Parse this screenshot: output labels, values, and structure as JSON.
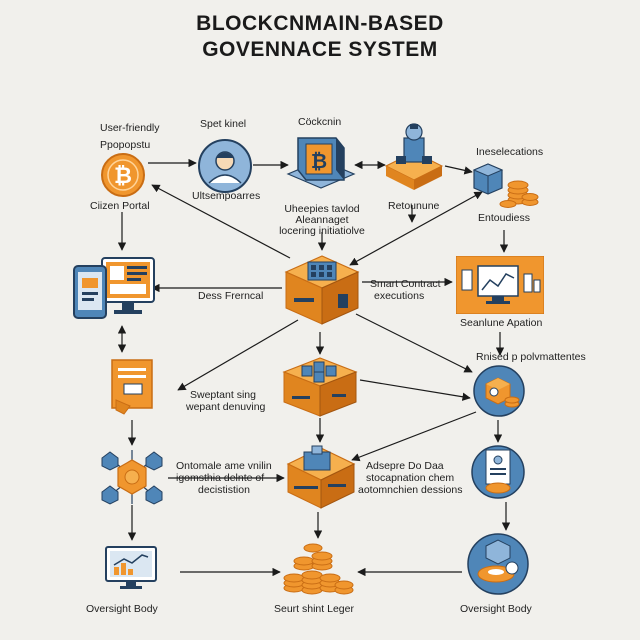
{
  "title": {
    "line1": "BLOCKCNMAIN-BASED",
    "line2": "GOVENNACE SYSTEM"
  },
  "labels": {
    "user_friendly": "User-friendly",
    "ppopopstu": "Ppopopstu",
    "citizen_portal": "Ciizen Portal",
    "spet_kinel": "Spet kinel",
    "ultsempoarres": "Ultsempoarres",
    "cockcnin": "Cöckcnin",
    "uheepies_line1": "Uheepies tavlod",
    "uheepies_line2": "Aleannaget",
    "uheepies_line3": "locering  initiatiolve",
    "retounune": "Retounune",
    "ineselecations": "Ineselecations",
    "entoudiess": "Entoudiess",
    "dess_frerncal": "Dess Frerncal",
    "smart_contract_line1": "Smart Contract",
    "smart_contract_line2": "executions",
    "seanlune_apation": "Seanlune Apation",
    "rnised_line": "Rnised p polvmattentes",
    "sweptant_line1": "Sweptant sing",
    "sweptant_line2": "wepant denuving",
    "ontomale_line1": "Ontomale ame vnilin",
    "ontomale_line2": "igomsthia delnte of",
    "ontomale_line3": "decististion",
    "adsepre_line1": "Adsepre Do Daa",
    "adsepre_line2": "stocapnation chem",
    "adsepre_line3": "aotomnchien dessions",
    "oversight_left": "Oversight Body",
    "seurt_ledger": "Seurt shint Leger",
    "oversight_right": "Oversight Body"
  },
  "colors": {
    "orange": "#f0962e",
    "orange_dark": "#c96d14",
    "blue": "#4f86b8",
    "blue_light": "#8fb5da",
    "navy": "#24405f",
    "arrow": "#1b1b1b",
    "background": "#f1f0ec"
  },
  "icons": [
    "bitcoin-coin-icon",
    "user-avatar-icon",
    "bitcoin-block-icon",
    "cube-stack-icon",
    "crypto-coins-icon",
    "tablet-monitor-icon",
    "central-cube-icon",
    "monitor-chart-icon",
    "document-icon",
    "cube-coins-icon",
    "network-hex-icon",
    "server-cube-icon",
    "document-circle-icon",
    "monitor-graph-icon",
    "coin-pile-icon",
    "disk-circle-icon"
  ]
}
